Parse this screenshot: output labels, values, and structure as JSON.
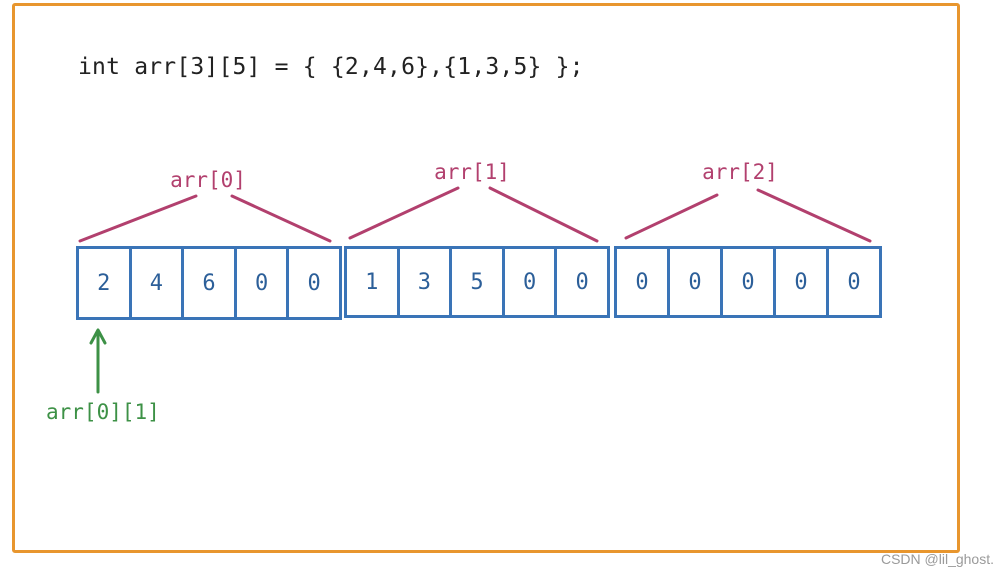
{
  "code": "int arr[3][5] = { {2,4,6},{1,3,5} };",
  "groups": [
    {
      "label": "arr[0]",
      "cells": [
        "2",
        "4",
        "6",
        "0",
        "0"
      ]
    },
    {
      "label": "arr[1]",
      "cells": [
        "1",
        "3",
        "5",
        "0",
        "0"
      ]
    },
    {
      "label": "arr[2]",
      "cells": [
        "0",
        "0",
        "0",
        "0",
        "0"
      ]
    }
  ],
  "pointer": {
    "label": "arr[0][1]"
  },
  "watermark": "CSDN @lil_ghost.",
  "colors": {
    "frame": "#e8962e",
    "cells": "#3a74b7",
    "group_labels": "#b2406e",
    "pointer": "#3d9146"
  }
}
